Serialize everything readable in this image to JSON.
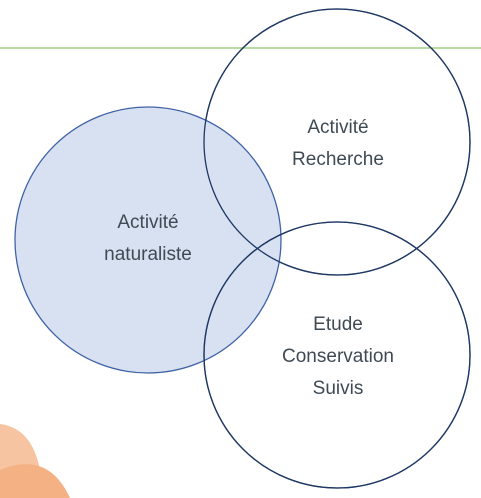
{
  "colors": {
    "background": "#ffffff",
    "top_rule": "#8cc56a",
    "circle_stroke": "#1f3864",
    "highlight_fill": "#d6dff0",
    "highlight_stroke": "#3f62a6",
    "text": "#3f4a54",
    "corner_decor": "#f4b183"
  },
  "venn": {
    "highlighted": "naturaliste",
    "circles": [
      {
        "id": "recherche",
        "lines": [
          "Activité",
          "Recherche"
        ]
      },
      {
        "id": "naturaliste",
        "lines": [
          "Activité",
          "naturaliste"
        ]
      },
      {
        "id": "conservation",
        "lines": [
          "Etude",
          "Conservation",
          "Suivis"
        ]
      }
    ]
  },
  "icons": {
    "corner_decor": "peach-circle-fragment"
  }
}
